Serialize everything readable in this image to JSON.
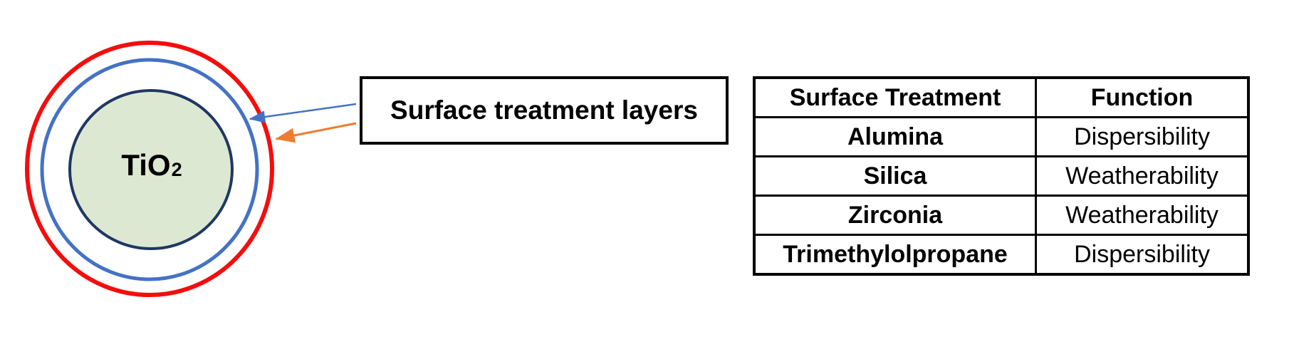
{
  "diagram": {
    "core_label": {
      "base": "TiO",
      "subscript": "2"
    },
    "colors": {
      "outer_ring": "#f40d0d",
      "middle_ring": "#4472c4",
      "core_border": "#1f3864",
      "core_fill": "#dde8d2",
      "arrow_blue": "#4472c4",
      "arrow_orange": "#ed7d31"
    }
  },
  "callout": {
    "label": "Surface treatment layers"
  },
  "table": {
    "headers": {
      "treatment": "Surface Treatment",
      "function": "Function"
    },
    "rows": [
      {
        "treatment": "Alumina",
        "function": "Dispersibility"
      },
      {
        "treatment": "Silica",
        "function": "Weatherability"
      },
      {
        "treatment": "Zirconia",
        "function": "Weatherability"
      },
      {
        "treatment": "Trimethylolpropane",
        "function": "Dispersibility"
      }
    ]
  }
}
